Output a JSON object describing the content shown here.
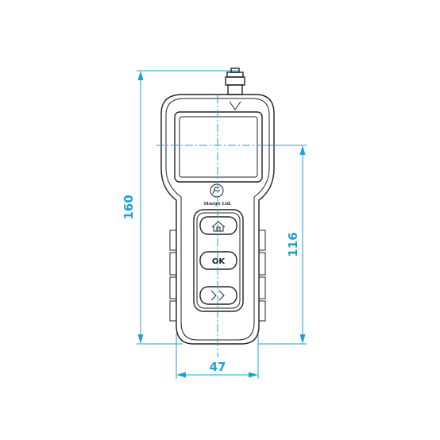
{
  "dimensions": {
    "height_total": "160",
    "height_body": "116",
    "width": "47"
  },
  "device": {
    "brand": "Sturgo Ltd.",
    "buttons": {
      "home_icon": "home-icon",
      "ok_label": "OK",
      "next_label": ">>"
    }
  },
  "colors": {
    "dimension": "#1e9fd6",
    "outline": "#222222"
  }
}
